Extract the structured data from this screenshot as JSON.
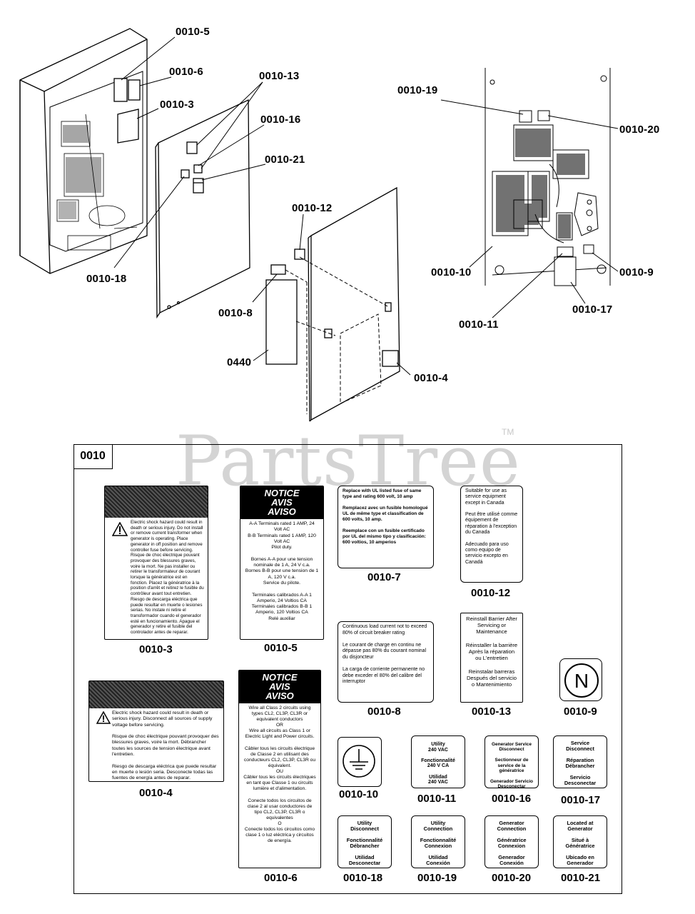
{
  "callouts": {
    "c5": "0010-5",
    "c6": "0010-6",
    "c3": "0010-3",
    "c13": "0010-13",
    "c16": "0010-16",
    "c21": "0010-21",
    "c18": "0010-18",
    "c12": "0010-12",
    "c8": "0010-8",
    "c440": "0440",
    "c4": "0010-4",
    "c19": "0010-19",
    "c20": "0010-20",
    "c10": "0010-10",
    "c9": "0010-9",
    "c11": "0010-11",
    "c17": "0010-17"
  },
  "watermark": {
    "brand": "PartsTree",
    "tm": "TM"
  },
  "frame_title": "0010",
  "labels": {
    "l3": {
      "text": "Electric shock hazard could result in death or serious injury. Do not install or remove current transformer when generator is operating. Place generator in off position and remove controller fuse before servicing.\nRisque de choc électrique pouvant provoquer des blessures graves, voire la mort. Ne pas installer ou retirer le transformateur de courant lorsque la génératrice est en fonction. Placez la génératrice à la position d'arrêt et retirez le fusible du contrôleur avant tout entretien.\nRiesgo de descarga eléctrica que puede resultar en muerte o lesiones serias. No instale ni retire el transformador cuando el generador esté en funcionamiento. Apague el generador y retire el fusible del controlador antes de reparar.",
      "cap": "0010-3"
    },
    "l5": {
      "head": "NOTICE\nAVIS\nAVISO",
      "text": "A-A Terminals rated 1 AMP, 24 Volt AC\nB-B Terminals rated 1 AMP, 120 Volt AC\nPilot duty.\n\nBornes A-A pour une tension nominale de 1 A, 24 V c.a.\nBornes B-B pour une tension de 1 A, 120 V c.a.\nService du pilote.\n\nTerminales calibrados A-A 1 Amperio, 24 Voltios CA\nTerminales calibrados B-B 1 Amperio, 120 Voltios CA\nRelé auxiliar",
      "cap": "0010-5"
    },
    "l7": {
      "text": "Replace with UL listed fuse of same type and rating 600 volt, 10 amp\n\nRemplacez avec un fusible homologué UL de même type et classification de 600 volts, 10 amp.\n\nReemplace con un fusible certificado por UL del mismo tipo y clasificación: 600 voltios, 10 amperios",
      "cap": "0010-7"
    },
    "l12": {
      "text": "Suitable for use as service equipment except in Canada\n\nPeut être utilisé comme équipement de réparation à l'exception du Canada\n\nAdecuado para uso como equipo de servicio excepto en Canadá",
      "cap": "0010-12"
    },
    "l8": {
      "text": "Continuous load current not to exceed 80% of circuit breaker rating\n\nLe courant de charge en continu ne dépasse pas 80% du courant nominal du disjoncteur\n\nLa carga de corriente permanente no debe exceder el 80% del calibre del interruptor",
      "cap": "0010-8"
    },
    "l13": {
      "text": "Reinstall Barrier After Servicing or Maintenance\n\nRéinstaller la barrière Après la réparation ou L'entretien\n\nReinstalar barreras Después del servicio o Mantenimiento",
      "cap": "0010-13"
    },
    "l9": {
      "glyph": "N",
      "cap": "0010-9"
    },
    "l4": {
      "text": "Electric shock hazard could result in death or serious injury. Disconnect all sources of supply voltage before servicing.\n\nRisque de choc électrique pouvant provoquer des blessures graves, voire la mort. Débrancher toutes les sources de tension électrique avant l'entretien.\n\nRiesgo de descarga eléctrica que puede resultar en muerte o lesión seria. Desconecte todas las fuentes de energía antes de reparar.",
      "cap": "0010-4"
    },
    "l6": {
      "head": "NOTICE\nAVIS\nAVISO",
      "text": "Wire all Class 2 circuits using types CL2, CL3P, CL3R or equivalent conductors\nOR\nWire all circuits as Class 1 or Electric Light and Power circuits.\n\nCâbler tous les circuits électrique de Classe 2 en utilisant des conducteurs CL2, CL3P, CL3R ou équivalent.\nOU\nCâbler tous les circuits électriques en tant que Classe 1 ou circuits lumière et d'alimentation.\n\nConecte todos los circuitos de clase 2 al usar conductores de tipo CL2, CL3P, CL3R o equivalentes\nO\nConecte todos los circuitos como clase 1 o luz eléctrica y circuitos de energía.",
      "cap": "0010-6"
    },
    "l10": {
      "cap": "0010-10"
    },
    "l11": {
      "text": "Utility\n240 VAC\n\nFonctionnalité\n240 V CA\n\nUtilidad\n240 VAC",
      "cap": "0010-11"
    },
    "l16": {
      "text": "Generator Service\nDisconnect\n\nSectionneur de service de la génératrice\n\nGenerador Servicio\nDesconectar",
      "cap": "0010-16"
    },
    "l17": {
      "text": "Service\nDisconnect\n\nRéparation\nDébrancher\n\nServicio\nDesconectar",
      "cap": "0010-17"
    },
    "l18": {
      "text": "Utility\nDisconnect\n\nFonctionnalité\nDébrancher\n\nUtilidad\nDesconectar",
      "cap": "0010-18"
    },
    "l19": {
      "text": "Utility\nConnection\n\nFonctionnalité\nConnexion\n\nUtilidad\nConexión",
      "cap": "0010-19"
    },
    "l20": {
      "text": "Generator\nConnection\n\nGénératrice\nConnexion\n\nGenerador\nConexión",
      "cap": "0010-20"
    },
    "l21": {
      "text": "Located at\nGenerator\n\nSitué à\nGénératrice\n\nUbicado en\nGenerador",
      "cap": "0010-21"
    }
  },
  "colors": {
    "ink": "#000000",
    "watermark": "#d4d4d4"
  }
}
